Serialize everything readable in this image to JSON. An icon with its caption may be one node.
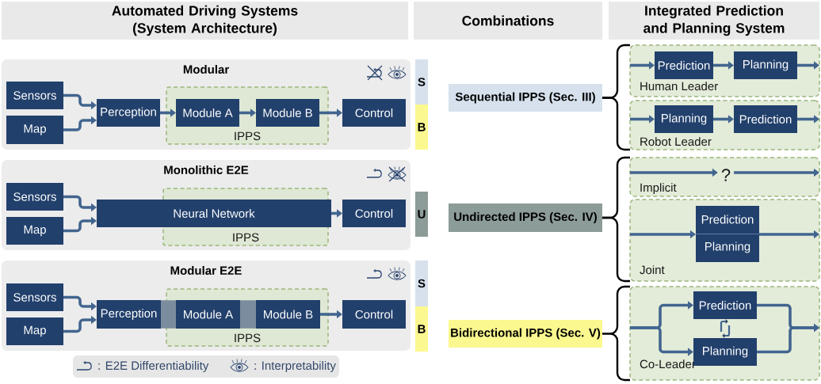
{
  "diagram": {
    "nodes": [
      {
        "text": [
          "Automated Driving Systems (System Architecture)"
        ]
      },
      {
        "text": [
          "Combinations"
        ]
      },
      {
        "text": [
          "Integrated Prediction and Planning System"
        ]
      },
      {
        "text": [
          "Modular"
        ]
      },
      {
        "text": [
          "Sensors"
        ],
        "in": 3
      },
      {
        "text": [
          "Map"
        ],
        "in": 3
      },
      {
        "text": [
          "Perception"
        ],
        "in": 3
      },
      {
        "text": [
          "IPPS"
        ],
        "in": 3
      },
      {
        "text": [
          "Module A"
        ],
        "in": 7
      },
      {
        "text": [
          "Module B"
        ],
        "in": 7
      },
      {
        "text": [
          "Control"
        ],
        "in": 3
      },
      {
        "text": [
          "S"
        ]
      },
      {
        "text": [
          "B"
        ]
      },
      {
        "text": [
          "Monolithic E2E"
        ]
      },
      {
        "text": [
          "Sensors"
        ],
        "in": 13
      },
      {
        "text": [
          "Map"
        ],
        "in": 13
      },
      {
        "text": [
          "IPPS"
        ],
        "in": 13
      },
      {
        "text": [
          "Neural Network"
        ],
        "in": 13
      },
      {
        "text": [
          "Control"
        ],
        "in": 13
      },
      {
        "text": [
          "U"
        ]
      },
      {
        "text": [
          "Modular E2E"
        ]
      },
      {
        "text": [
          "Sensors"
        ],
        "in": 20
      },
      {
        "text": [
          "Map"
        ],
        "in": 20
      },
      {
        "text": [
          "Perception"
        ],
        "in": 20
      },
      {
        "text": [
          "IPPS"
        ],
        "in": 20
      },
      {
        "text": [
          "Module A"
        ],
        "in": 24
      },
      {
        "text": [
          "Module B"
        ],
        "in": 24
      },
      {
        "text": [
          "Control"
        ],
        "in": 20
      },
      {
        "text": [
          "S"
        ]
      },
      {
        "text": [
          "B"
        ]
      },
      {
        "text": [
          "Sequential IPPS (Sec. III)"
        ]
      },
      {
        "text": [
          "Undirected IPPS (Sec. IV)"
        ]
      },
      {
        "text": [
          "Bidirectional IPPS (Sec. V)"
        ]
      },
      {
        "text": [
          "Human Leader"
        ]
      },
      {
        "text": [
          "Prediction"
        ],
        "in": 33
      },
      {
        "text": [
          "Planning"
        ],
        "in": 33
      },
      {
        "text": [
          "Robot Leader"
        ]
      },
      {
        "text": [
          "Planning"
        ],
        "in": 36
      },
      {
        "text": [
          "Prediction"
        ],
        "in": 36
      },
      {
        "text": [
          "Implicit"
        ]
      },
      {
        "text": [
          "?"
        ],
        "in": 39
      },
      {
        "text": [
          "Joint"
        ]
      },
      {
        "text": [
          "Prediction",
          "Planning"
        ],
        "in": 41
      },
      {
        "text": [
          "Co-Leader"
        ]
      },
      {
        "text": [
          "Prediction"
        ],
        "in": 43
      },
      {
        "text": [
          "Planning"
        ],
        "in": 43
      }
    ],
    "edges": [
      {
        "from": 4,
        "to": 6,
        "arrow": "to"
      },
      {
        "from": 5,
        "to": 6,
        "arrow": "to"
      },
      {
        "from": 6,
        "to": 8,
        "arrow": "to"
      },
      {
        "from": 8,
        "to": 9,
        "arrow": "to"
      },
      {
        "from": 9,
        "to": 10,
        "arrow": "to"
      },
      {
        "from": 14,
        "to": 17,
        "arrow": "to"
      },
      {
        "from": 15,
        "to": 17,
        "arrow": "to"
      },
      {
        "from": 17,
        "to": 18,
        "arrow": "to"
      },
      {
        "from": 21,
        "to": 23,
        "arrow": "to"
      },
      {
        "from": 22,
        "to": 23,
        "arrow": "to"
      },
      {
        "from": 23,
        "to": 25,
        "arrow": "none",
        "style": "thick",
        "color": "#7c8c9f"
      },
      {
        "from": 25,
        "to": 26,
        "arrow": "none",
        "style": "thick",
        "color": "#7c8c9f"
      },
      {
        "from": 26,
        "to": 27,
        "arrow": "to"
      },
      {
        "from": 30,
        "to": 33,
        "arrow": "none",
        "color": "#000000"
      },
      {
        "from": 30,
        "to": 36,
        "arrow": "none",
        "color": "#000000"
      },
      {
        "from": 31,
        "to": 39,
        "arrow": "none",
        "color": "#000000"
      },
      {
        "from": 31,
        "to": 41,
        "arrow": "none",
        "color": "#000000"
      },
      {
        "from": 32,
        "to": 43,
        "arrow": "none",
        "color": "#000000"
      },
      {
        "from": null,
        "to": 34,
        "arrow": "to"
      },
      {
        "from": 34,
        "to": 35,
        "arrow": "to"
      },
      {
        "from": 35,
        "to": null,
        "arrow": "to"
      },
      {
        "from": null,
        "to": 37,
        "arrow": "to"
      },
      {
        "from": 37,
        "to": 38,
        "arrow": "to"
      },
      {
        "from": 38,
        "to": null,
        "arrow": "to"
      },
      {
        "from": null,
        "to": 40,
        "arrow": "to"
      },
      {
        "from": 40,
        "to": null,
        "arrow": "to"
      },
      {
        "from": null,
        "to": 42,
        "arrow": "to"
      },
      {
        "from": 42,
        "to": null,
        "arrow": "to"
      },
      {
        "from": null,
        "to": 44,
        "arrow": "to"
      },
      {
        "from": null,
        "to": 45,
        "arrow": "to"
      },
      {
        "from": 44,
        "to": null,
        "arrow": "to"
      },
      {
        "from": 45,
        "to": null,
        "arrow": "to"
      },
      {
        "from": 44,
        "to": 45,
        "arrow": "both"
      }
    ],
    "legend": [
      {
        "text": ": E2E Differentiability"
      },
      {
        "text": ": Interpretability"
      }
    ]
  }
}
